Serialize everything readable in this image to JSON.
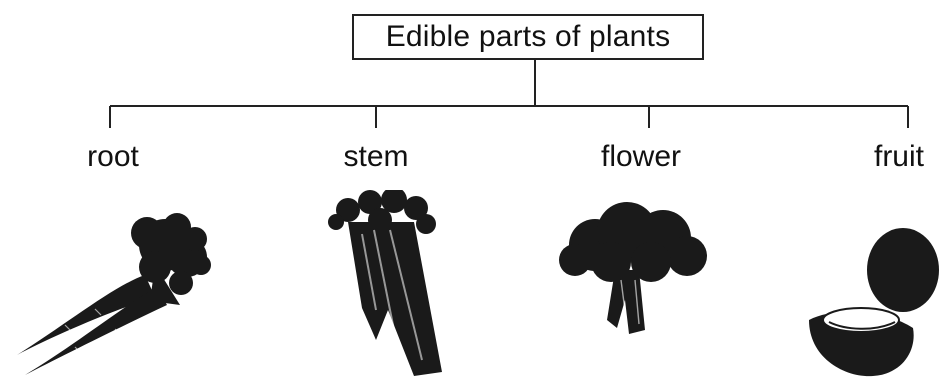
{
  "diagram": {
    "title": "Edible parts of plants",
    "parts": [
      {
        "label": "root",
        "icon": "carrot-icon"
      },
      {
        "label": "stem",
        "icon": "celery-icon"
      },
      {
        "label": "flower",
        "icon": "broccoli-icon"
      },
      {
        "label": "fruit",
        "icon": "coconut-icon"
      }
    ]
  },
  "colors": {
    "ink": "#222222",
    "illustration": "#1a1a1a",
    "background": "#ffffff"
  }
}
